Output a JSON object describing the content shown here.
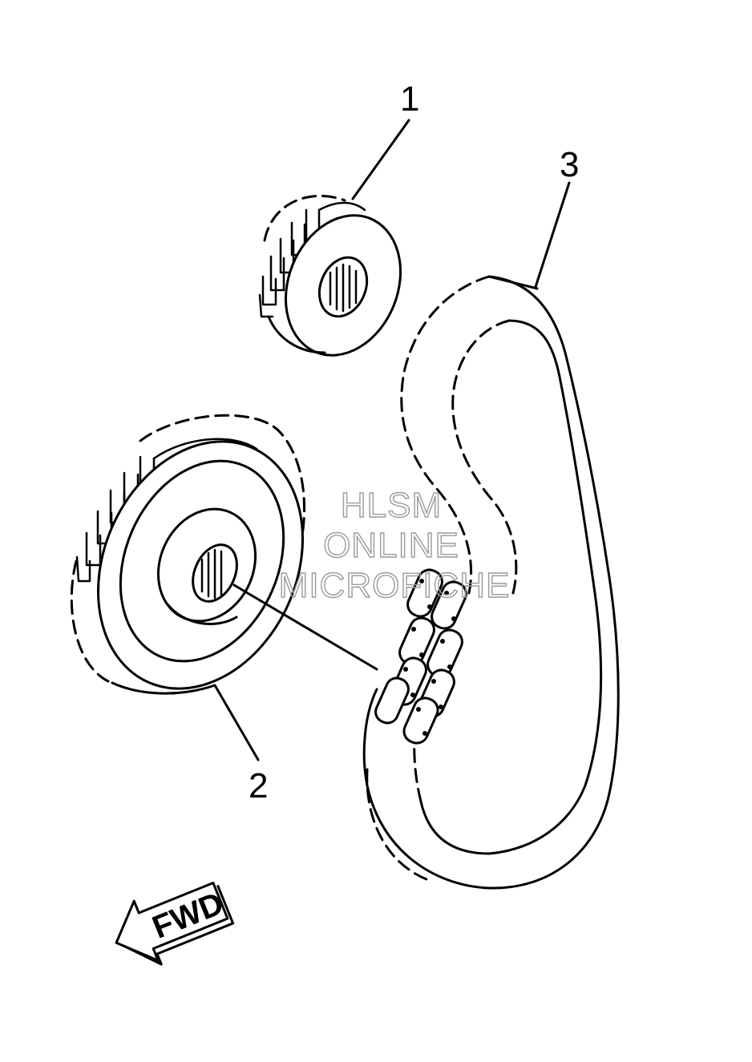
{
  "callouts": [
    {
      "label": "1"
    },
    {
      "label": "2"
    },
    {
      "label": "3"
    }
  ],
  "watermark": {
    "line1": "HLSM",
    "line2": "ONLINE",
    "line3": "MICROFICHE",
    "color": "#9a9a9a"
  },
  "direction_arrow": {
    "label": "FWD",
    "icon": "arrow-left-icon"
  },
  "colors": {
    "line": "#000000",
    "background": "#ffffff"
  }
}
